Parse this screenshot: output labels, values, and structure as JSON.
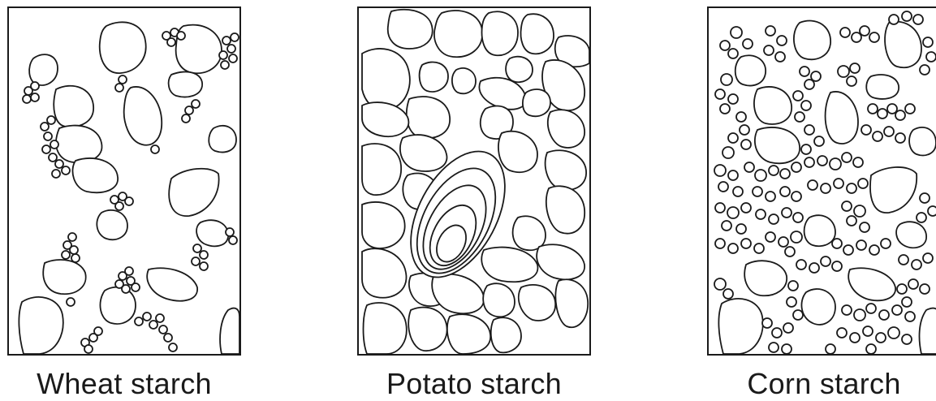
{
  "panels": [
    {
      "caption": "Wheat starch"
    },
    {
      "caption": "Potato starch"
    },
    {
      "caption": "Corn starch"
    }
  ]
}
